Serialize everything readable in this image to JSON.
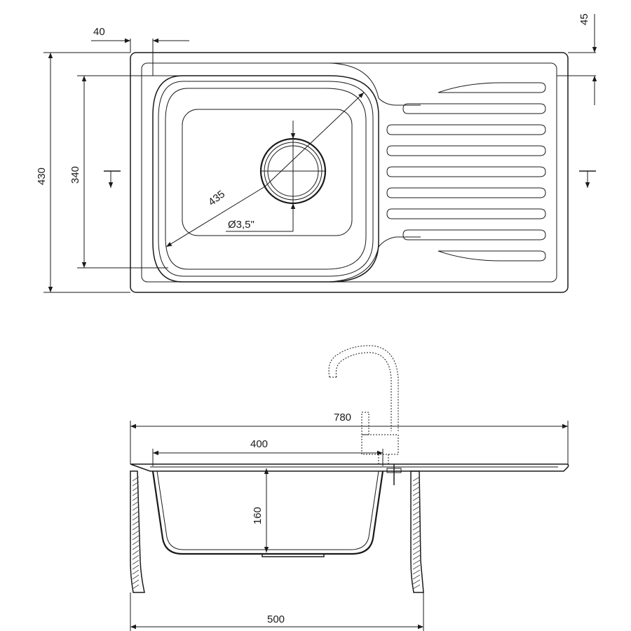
{
  "dimensions": {
    "offset_left": "40",
    "offset_top": "45",
    "total_height": "430",
    "bowl_height": "340",
    "diagonal": "435",
    "drain_diameter": "Ø3,5\"",
    "total_width": "780",
    "bowl_width": "400",
    "bowl_depth": "160",
    "cabinet_width": "500"
  },
  "colors": {
    "line": "#1a1a1a",
    "hatch": "#444444",
    "background": "#ffffff"
  },
  "icons": {
    "faucet": "faucet-icon",
    "drain": "drain-icon"
  }
}
